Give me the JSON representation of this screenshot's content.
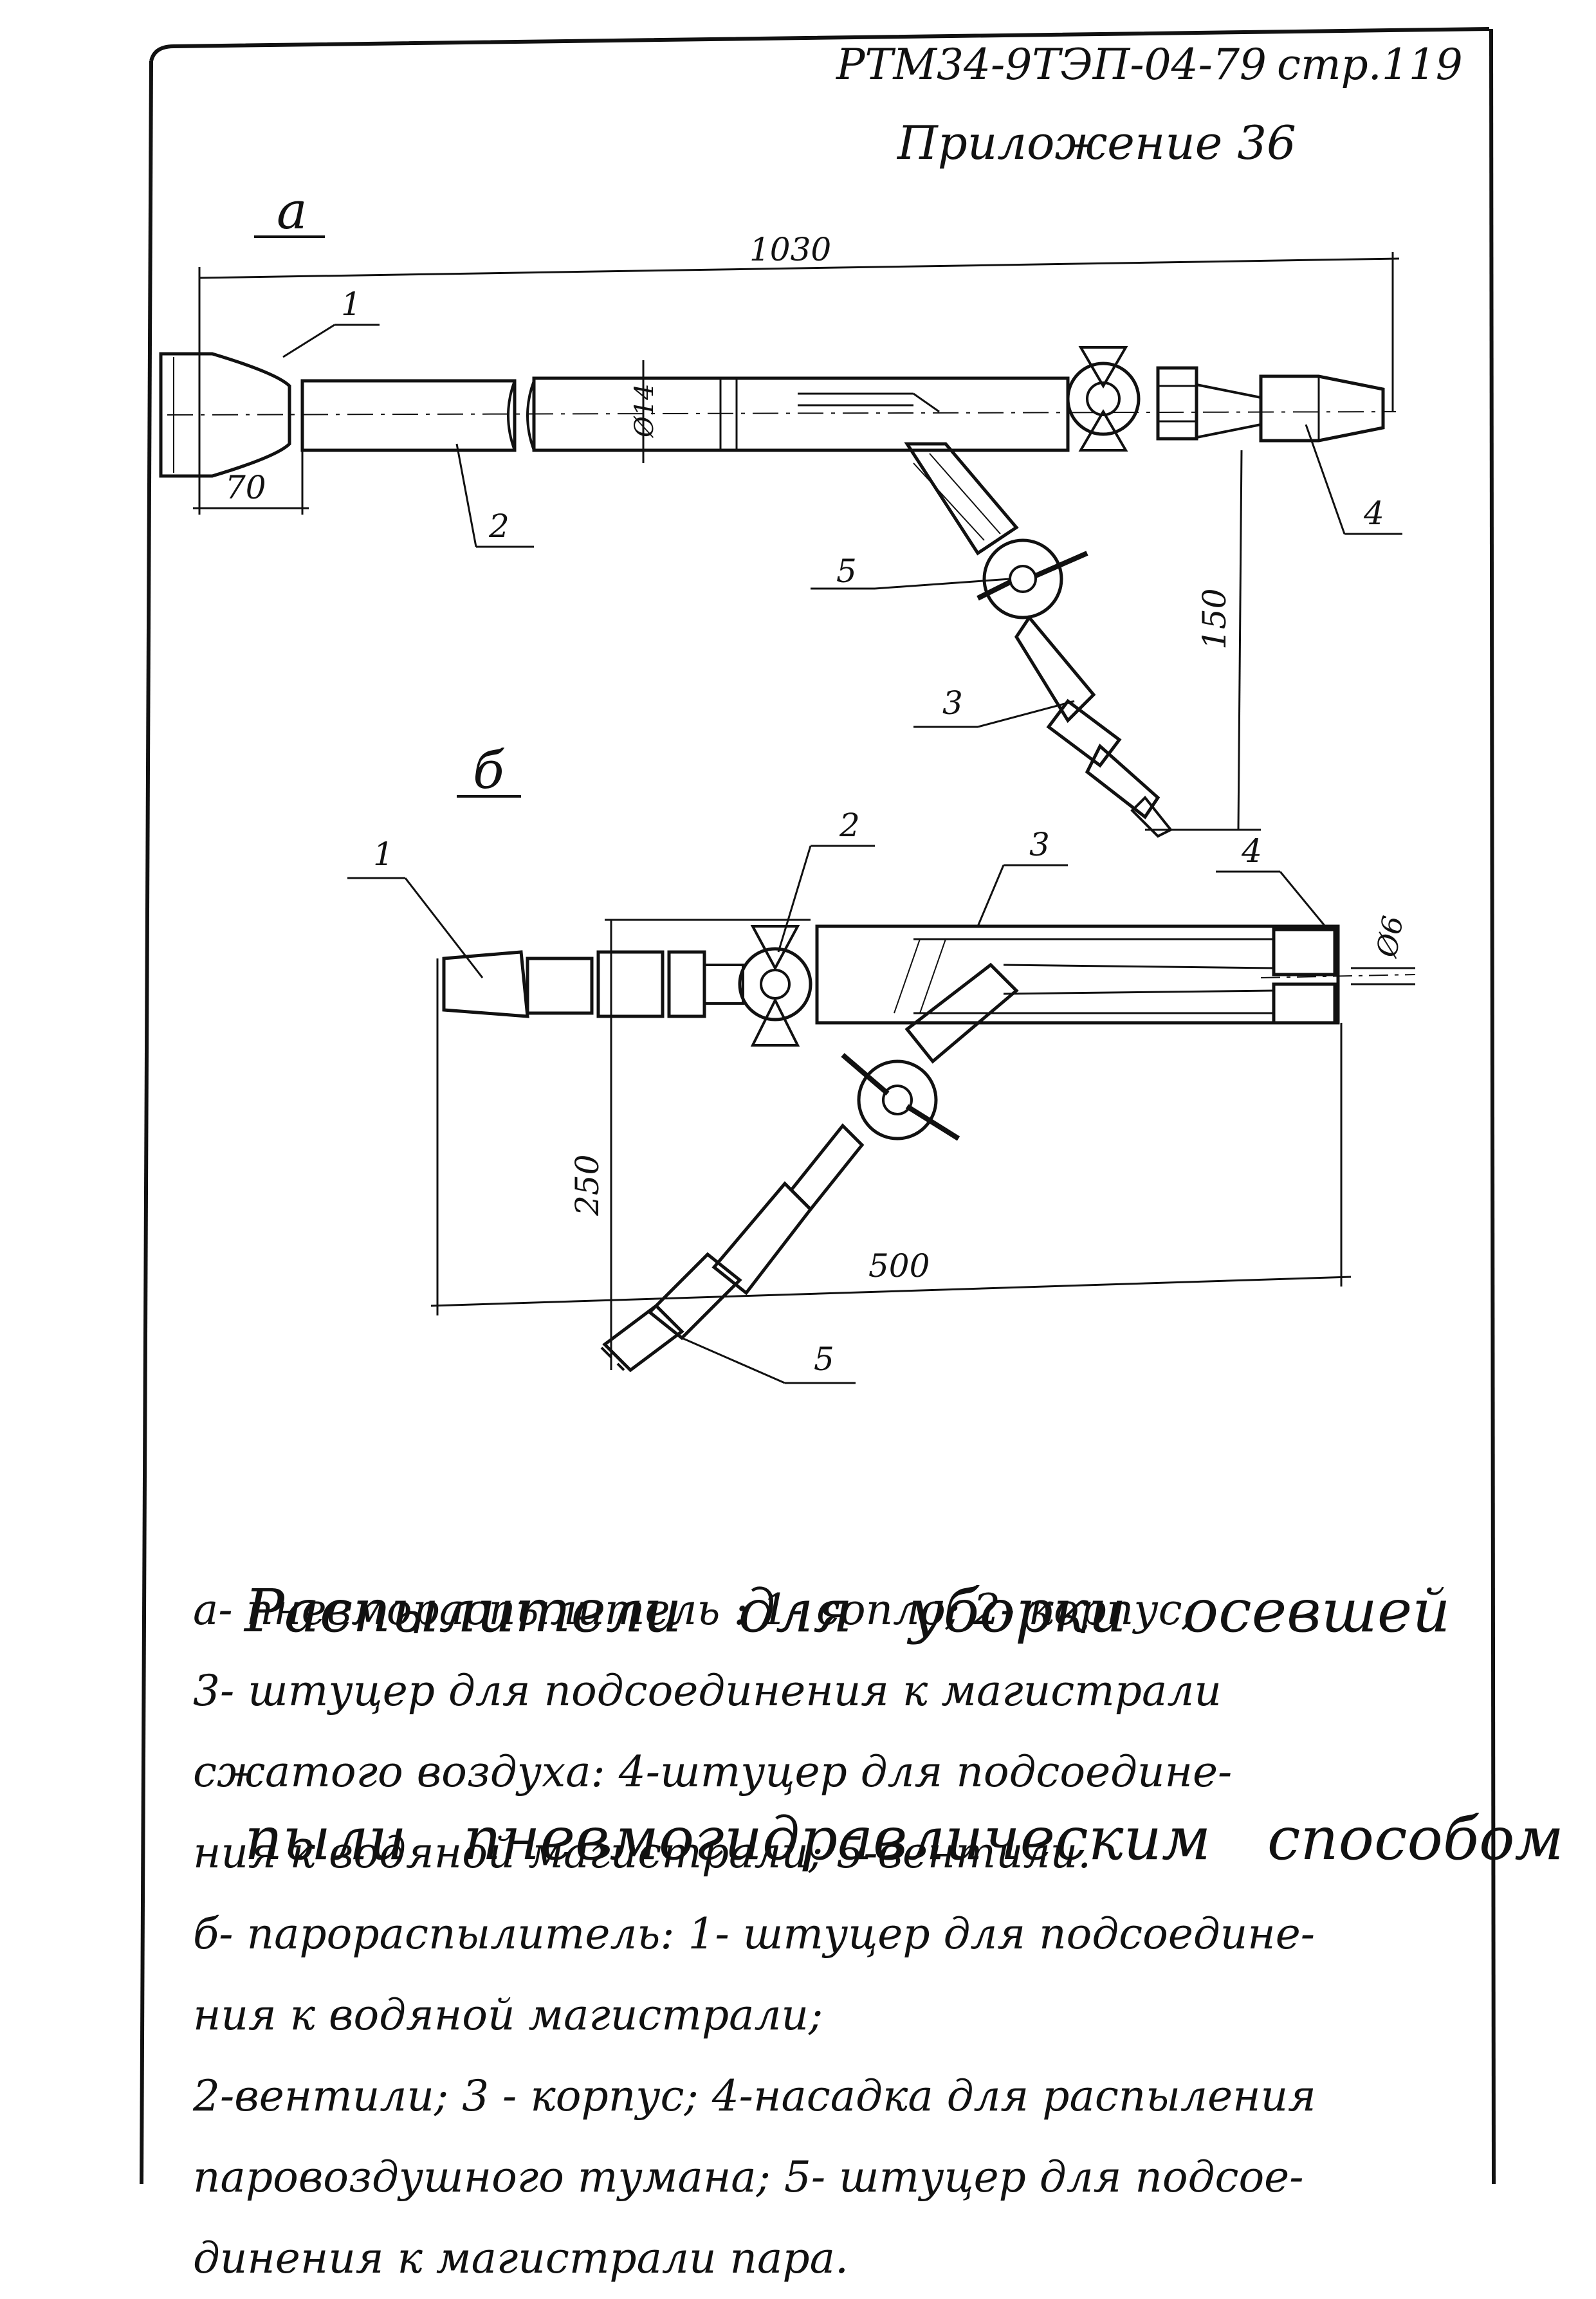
{
  "header": {
    "document_code": "РТМ34-9ТЭП-04-79",
    "page": "стр.119",
    "appendix": "Приложение  36"
  },
  "figure_a": {
    "label": "а",
    "dimensions": {
      "length": "1030",
      "nozzle": "70",
      "height": "150",
      "diameter": "Ø14"
    },
    "callouts": [
      "1",
      "2",
      "3",
      "4",
      "5"
    ]
  },
  "figure_b": {
    "label": "б",
    "dimensions": {
      "height": "250",
      "length": "500",
      "diameter": "Ø6"
    },
    "callouts": [
      "1",
      "2",
      "3",
      "4",
      "5"
    ]
  },
  "caption": {
    "title_line1": "Распылители   для   уборки   осевшей",
    "title_line2": "пыли   пневмогидравлическим   способом",
    "lines": [
      "а- пневмораспылитель :   1- сопло;  2-  корпус;",
      "3- штуцер   для   подсоединения  к  магистрали",
      "сжатого  воздуха: 4-штуцер  для   подсоедине-",
      "ния    к  водяной   магистрали; 5-вентили.",
      "б- парораспылитель: 1- штуцер  для  подсоедине-",
      "ния   к  водяной    магистрали;",
      "2-вентили;  3 - корпус; 4-насадка  для  распыления",
      "паровоздушного   тумана;  5- штуцер  для  подсое-",
      "динения   к  магистрали   пара."
    ]
  }
}
